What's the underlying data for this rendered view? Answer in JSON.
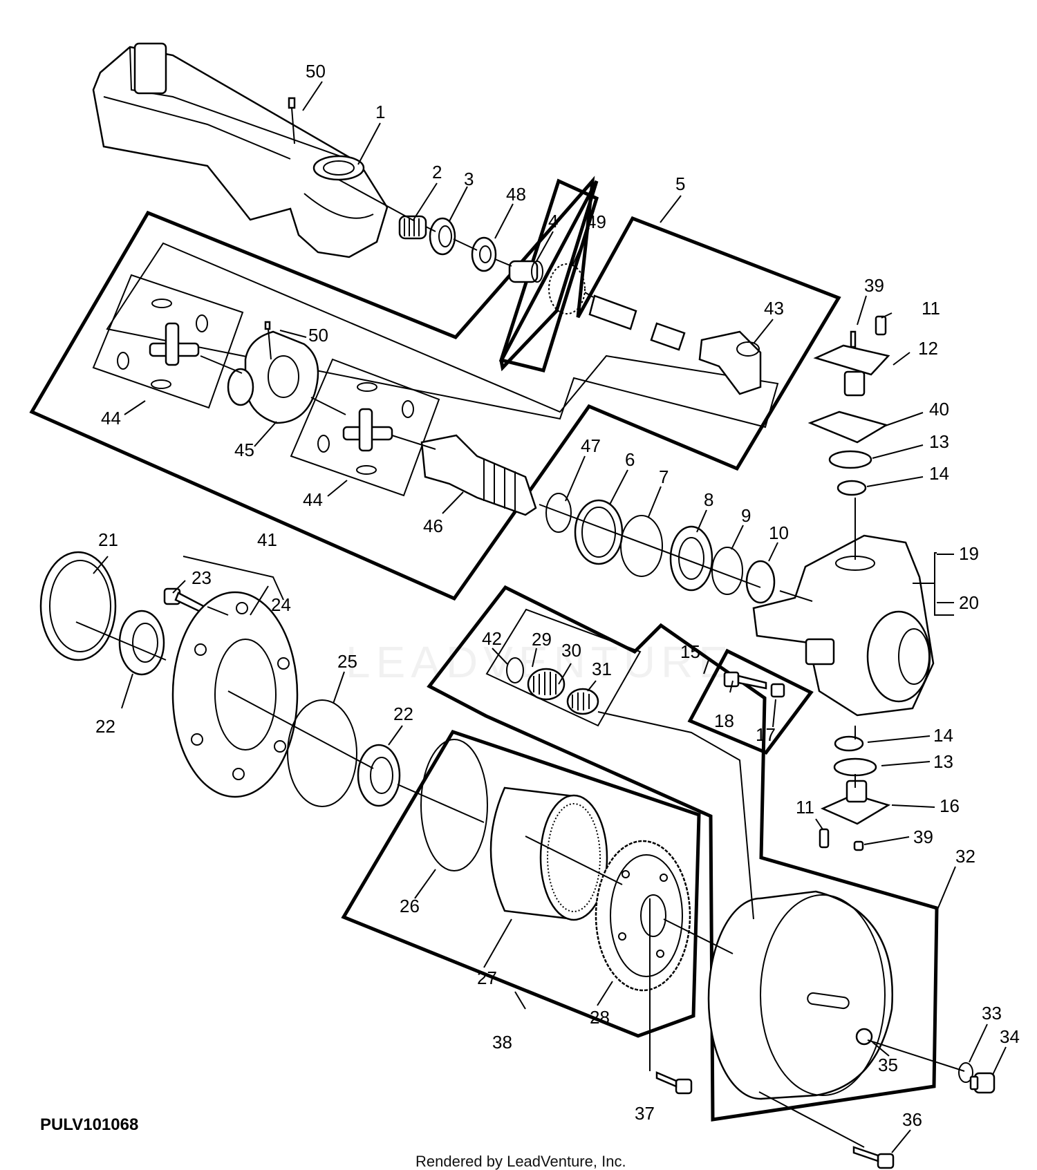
{
  "drawing_code": "PULV101068",
  "footer": "Rendered by LeadVenture, Inc.",
  "watermark": "LEADVENTURE",
  "callouts": {
    "c1": "1",
    "c2": "2",
    "c3": "3",
    "c4": "4",
    "c5": "5",
    "c6": "6",
    "c7": "7",
    "c8": "8",
    "c9": "9",
    "c10": "10",
    "c11a": "11",
    "c11b": "11",
    "c12": "12",
    "c13a": "13",
    "c13b": "13",
    "c14a": "14",
    "c14b": "14",
    "c15": "15",
    "c16": "16",
    "c17": "17",
    "c18": "18",
    "c19": "19",
    "c20": "20",
    "c21": "21",
    "c22a": "22",
    "c22b": "22",
    "c23": "23",
    "c24": "24",
    "c25": "25",
    "c26": "26",
    "c27": "27",
    "c28": "28",
    "c29": "29",
    "c30": "30",
    "c31": "31",
    "c32": "32",
    "c33": "33",
    "c34": "34",
    "c35": "35",
    "c36": "36",
    "c37": "37",
    "c38": "38",
    "c39a": "39",
    "c39b": "39",
    "c40": "40",
    "c41": "41",
    "c42": "42",
    "c43": "43",
    "c44a": "44",
    "c44b": "44",
    "c45": "45",
    "c46": "46",
    "c47": "47",
    "c48": "48",
    "c49": "49",
    "c50a": "50",
    "c50b": "50"
  }
}
